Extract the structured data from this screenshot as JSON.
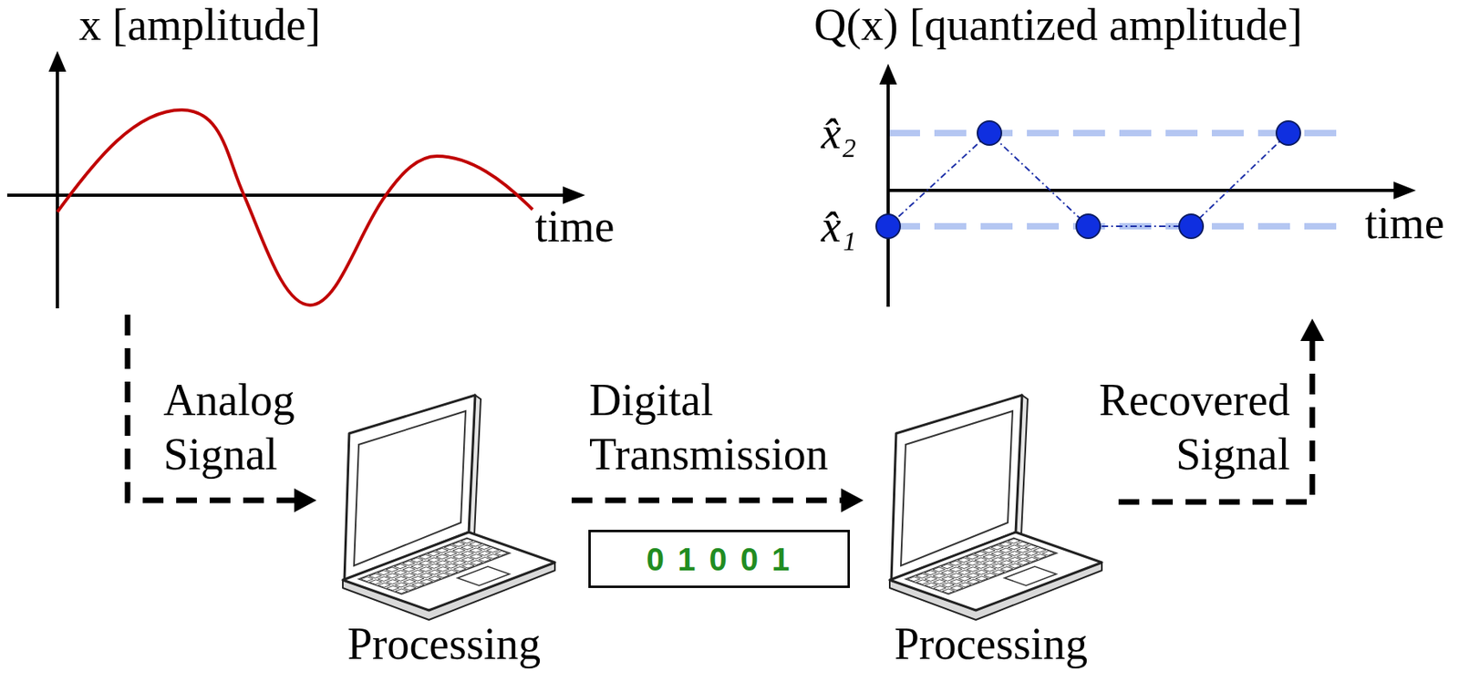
{
  "diagram": {
    "nodes": [
      {
        "text": [
          "x [amplitude]",
          "time"
        ]
      },
      {
        "text": [
          "Processing"
        ]
      },
      {
        "text": [
          "0 1 0 0 1"
        ]
      },
      {
        "text": [
          "Processing"
        ]
      },
      {
        "text": [
          "Q(x) [quantized amplitude]",
          "time"
        ]
      }
    ],
    "edges": [
      {
        "from": 0,
        "to": 1,
        "label": "Analog Signal",
        "arrow": "to"
      },
      {
        "from": 1,
        "to": 3,
        "label": "Digital Transmission",
        "arrow": "to"
      },
      {
        "from": 3,
        "to": 4,
        "label": "Recovered Signal",
        "arrow": "to"
      }
    ],
    "labels": [
      "x̂₂",
      "x̂₁"
    ]
  }
}
